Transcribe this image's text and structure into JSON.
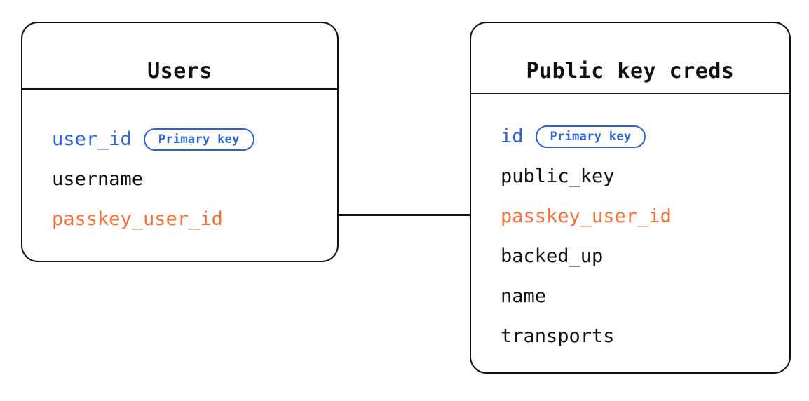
{
  "diagram": {
    "type": "entity-relationship-diagram",
    "background_color": "#ffffff",
    "colors": {
      "border": "#111111",
      "text": "#111111",
      "primary_key": "#2f62d4",
      "foreign_key": "#f4713a"
    },
    "entities": [
      {
        "id": "users",
        "title": "Users",
        "fields": [
          {
            "name": "user_id",
            "role": "primary",
            "badge": "Primary key"
          },
          {
            "name": "username",
            "role": "plain",
            "badge": null
          },
          {
            "name": "passkey_user_id",
            "role": "foreign",
            "badge": null
          }
        ]
      },
      {
        "id": "public-key-creds",
        "title": "Public key creds",
        "fields": [
          {
            "name": "id",
            "role": "primary",
            "badge": "Primary key"
          },
          {
            "name": "public_key",
            "role": "plain",
            "badge": null
          },
          {
            "name": "passkey_user_id",
            "role": "foreign",
            "badge": null
          },
          {
            "name": "backed_up",
            "role": "plain",
            "badge": null
          },
          {
            "name": "name",
            "role": "plain",
            "badge": null
          },
          {
            "name": "transports",
            "role": "plain",
            "badge": null
          }
        ]
      }
    ],
    "relationships": [
      {
        "from": "users.passkey_user_id",
        "to": "public-key-creds.passkey_user_id",
        "style": "solid"
      }
    ]
  }
}
